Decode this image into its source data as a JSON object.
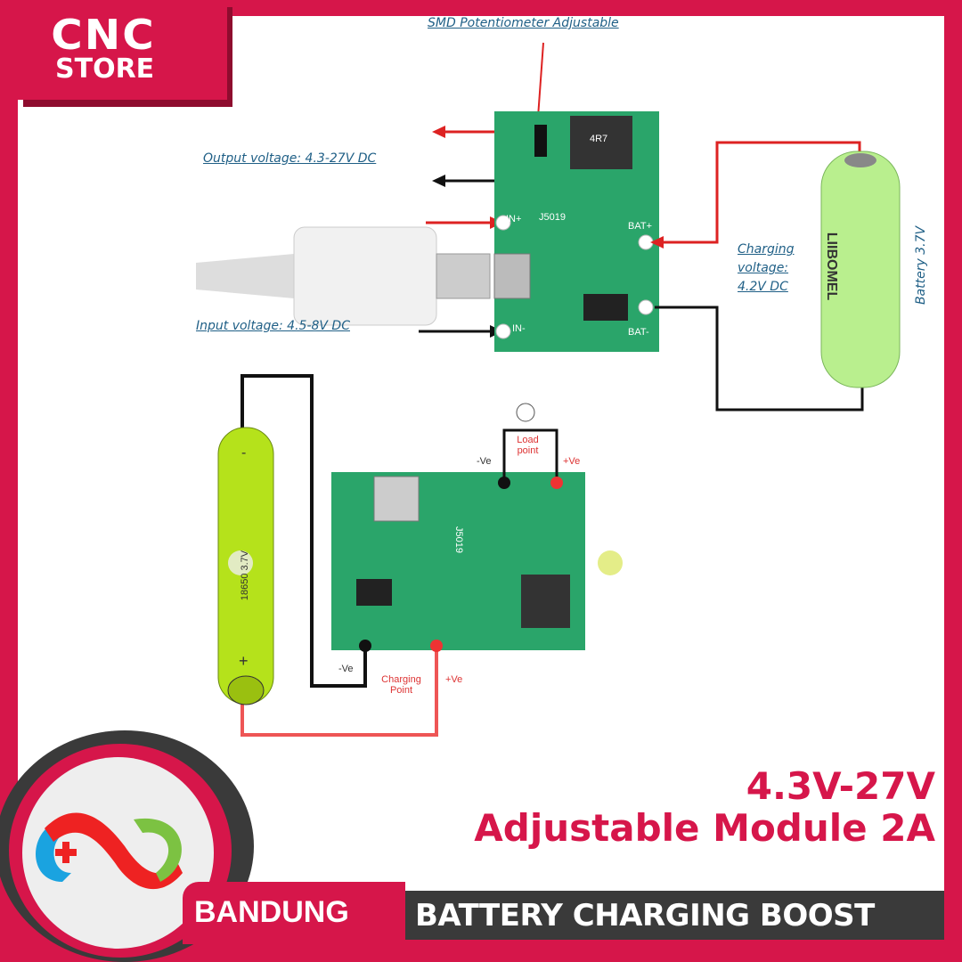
{
  "brand": {
    "line1": "CNC",
    "line2": "STORE",
    "city": "BANDUNG"
  },
  "diagram_top": {
    "pot_label": "SMD Potentiometer Adjustable",
    "output_label": "Output voltage: 4.3-27V DC",
    "input_label": "Input voltage: 4.5-8V DC",
    "charging_label": [
      "Charging",
      "voltage:",
      "4.2V DC"
    ],
    "battery_label": "Battery 3.7V",
    "board_marks": [
      "IN+",
      "IN-",
      "BAT+",
      "BAT-",
      "J5019",
      "4R7"
    ],
    "battery_print": "LIIBOMEL"
  },
  "diagram_bottom": {
    "load_label": "Load point",
    "charging_point_label": "Charging Point",
    "neg1": "-Ve",
    "pos1": "+Ve",
    "neg2": "-Ve",
    "pos2": "+Ve",
    "battery_print": "18650 3.7V",
    "battery_minus": "-",
    "battery_plus": "+",
    "board_mark": "J5019"
  },
  "title": {
    "line1": "4.3V-27V",
    "line2": "Adjustable Module 2A",
    "banner": "BATTERY CHARGING BOOST"
  },
  "colors": {
    "brand": "#d6164a",
    "dark": "#3a3a3a",
    "pcb": "#2aa56a",
    "label": "#1f5f86"
  }
}
